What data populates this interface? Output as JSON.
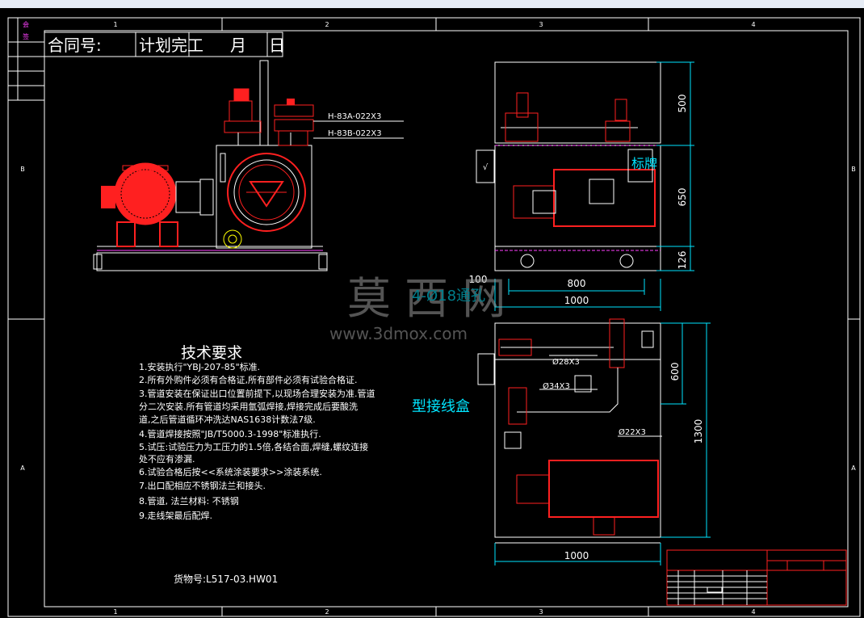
{
  "colors": {
    "background": "#000000",
    "frame": "#ffffff",
    "cyan": "#00e5ff",
    "red": "#ff2020",
    "magenta": "#ff40ff",
    "yellow": "#ffff00",
    "green": "#00ff00",
    "gray": "#8f8f8f"
  },
  "border": {
    "columns": [
      "1",
      "2",
      "3",
      "4"
    ],
    "rows": [
      "B",
      "A"
    ],
    "corner": [
      "会",
      "签"
    ]
  },
  "header": {
    "contract": "合同号:",
    "plan": "计划完工",
    "month": "月",
    "day": "日"
  },
  "callouts": {
    "valve_a": "H-83A-022X3",
    "valve_b": "H-83B-022X3",
    "pipe_28": "Ø28X3",
    "pipe_34": "Ø34X3",
    "pipe_22": "Ø22X3",
    "nameplate": "标牌",
    "junction_box": "型接线盒",
    "holes": "4-Ø18通孔"
  },
  "dimensions": {
    "h500": "500",
    "h650": "650",
    "h126": "126",
    "w100": "100",
    "w800": "800",
    "w1000": "1000",
    "h600": "600",
    "h1300": "1300",
    "w1000_bottom": "1000"
  },
  "watermark": {
    "logo": "莫 西 网",
    "url": "www.3dmox.com"
  },
  "tech": {
    "title": "技术要求",
    "items": [
      "1.安装执行\"YBJ-207-85\"标准.",
      "2.所有外购件必须有合格证,所有部件必须有试验合格证.",
      "3.管道安装在保证出口位置前提下,以现场合理安装为准.管道",
      "  分二次安装.所有管道均采用氩弧焊接,焊接完成后要酸洗",
      "  道,之后管道循环冲洗达NAS1638计数法7级.",
      "4.管道焊接按照\"JB/T5000.3-1998\"标准执行.",
      "5.试压:试验压力为工压力的1.5倍,各结合面,焊缝,螺纹连接",
      "  处不应有渗漏.",
      "6.试验合格后按<<系统涂装要求>>涂装系统.",
      "7.出口配相应不锈钢法兰和接头.",
      "8.管道, 法兰材料: 不锈钢",
      "9.走线架最后配焊."
    ]
  },
  "goods": "货物号:L517-03.HW01"
}
